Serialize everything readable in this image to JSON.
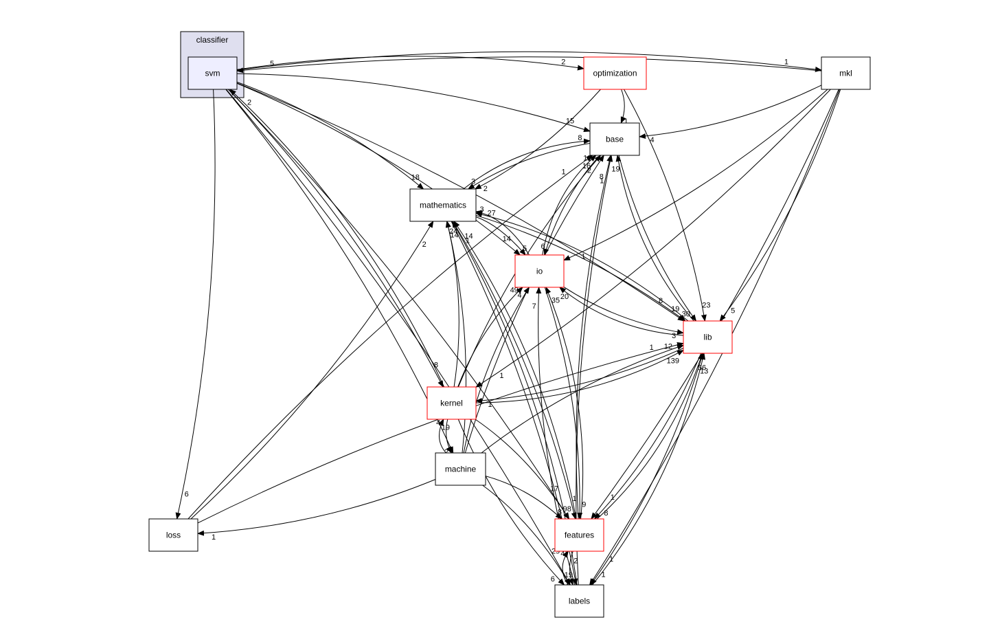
{
  "cluster": {
    "id": "classifier",
    "label": "classifier",
    "fill": "#dfdfef",
    "stroke": "#000000"
  },
  "colors": {
    "normal_border": "#000000",
    "incomplete_border": "#ff0000",
    "cluster_node_fill": "#eeeeff",
    "node_fill": "#ffffff",
    "edge": "#000000"
  },
  "nodes": [
    {
      "id": "svm",
      "label": "svm",
      "border": "normal",
      "in_cluster": true
    },
    {
      "id": "optimization",
      "label": "optimization",
      "border": "red"
    },
    {
      "id": "mkl",
      "label": "mkl",
      "border": "normal"
    },
    {
      "id": "base",
      "label": "base",
      "border": "normal"
    },
    {
      "id": "mathematics",
      "label": "mathematics",
      "border": "normal"
    },
    {
      "id": "io",
      "label": "io",
      "border": "red"
    },
    {
      "id": "lib",
      "label": "lib",
      "border": "red"
    },
    {
      "id": "kernel",
      "label": "kernel",
      "border": "red"
    },
    {
      "id": "machine",
      "label": "machine",
      "border": "normal"
    },
    {
      "id": "loss",
      "label": "loss",
      "border": "normal"
    },
    {
      "id": "features",
      "label": "features",
      "border": "red"
    },
    {
      "id": "labels",
      "label": "labels",
      "border": "normal"
    }
  ],
  "edges": [
    {
      "from": "mkl",
      "to": "svm",
      "label": "5"
    },
    {
      "from": "svm",
      "to": "mkl",
      "label": "1"
    },
    {
      "from": "svm",
      "to": "optimization",
      "label": "2"
    },
    {
      "from": "svm",
      "to": "base",
      "label": "15"
    },
    {
      "from": "svm",
      "to": "mathematics",
      "label": "18"
    },
    {
      "from": "svm",
      "to": "io",
      "label": "14"
    },
    {
      "from": "svm",
      "to": "lib",
      "label": "8"
    },
    {
      "from": "svm",
      "to": "kernel",
      "label": "8"
    },
    {
      "from": "svm",
      "to": "machine",
      "label": "19"
    },
    {
      "from": "svm",
      "to": "loss",
      "label": "6"
    },
    {
      "from": "svm",
      "to": "features",
      "label": "17"
    },
    {
      "from": "svm",
      "to": "labels",
      "label": "29"
    },
    {
      "from": "kernel",
      "to": "svm",
      "label": "2"
    },
    {
      "from": "optimization",
      "to": "base",
      "label": "1"
    },
    {
      "from": "optimization",
      "to": "mathematics",
      "label": "2"
    },
    {
      "from": "optimization",
      "to": "lib",
      "label": "23"
    },
    {
      "from": "mkl",
      "to": "base",
      "label": "4"
    },
    {
      "from": "mkl",
      "to": "io",
      "label": "1"
    },
    {
      "from": "mkl",
      "to": "lib",
      "label": "5"
    },
    {
      "from": "mkl",
      "to": "kernel",
      "label": "1"
    },
    {
      "from": "mkl",
      "to": "features",
      "label": "1"
    },
    {
      "from": "mkl",
      "to": "labels",
      "label": "1"
    },
    {
      "from": "base",
      "to": "mathematics",
      "label": "3"
    },
    {
      "from": "base",
      "to": "io",
      "label": "6"
    },
    {
      "from": "base",
      "to": "lib",
      "label": "30"
    },
    {
      "from": "mathematics",
      "to": "base",
      "label": "8"
    },
    {
      "from": "mathematics",
      "to": "io",
      "label": "5"
    },
    {
      "from": "mathematics",
      "to": "lib",
      "label": "19"
    },
    {
      "from": "mathematics",
      "to": "features",
      "label": "1"
    },
    {
      "from": "mathematics",
      "to": "labels",
      "label": "2"
    },
    {
      "from": "io",
      "to": "base",
      "label": "12"
    },
    {
      "from": "io",
      "to": "mathematics",
      "label": "3"
    },
    {
      "from": "io",
      "to": "lib",
      "label": "3"
    },
    {
      "from": "io",
      "to": "features",
      "label": "9"
    },
    {
      "from": "lib",
      "to": "base",
      "label": "19"
    },
    {
      "from": "lib",
      "to": "mathematics",
      "label": "27"
    },
    {
      "from": "lib",
      "to": "io",
      "label": "20"
    },
    {
      "from": "lib",
      "to": "kernel",
      "label": "1"
    },
    {
      "from": "lib",
      "to": "features",
      "label": "8"
    },
    {
      "from": "lib",
      "to": "labels",
      "label": "1"
    },
    {
      "from": "kernel",
      "to": "base",
      "label": "16"
    },
    {
      "from": "kernel",
      "to": "mathematics",
      "label": "24"
    },
    {
      "from": "kernel",
      "to": "io",
      "label": "49"
    },
    {
      "from": "kernel",
      "to": "lib",
      "label": "139"
    },
    {
      "from": "kernel",
      "to": "machine",
      "label": "2"
    },
    {
      "from": "kernel",
      "to": "features",
      "label": "98"
    },
    {
      "from": "kernel",
      "to": "labels",
      "label": "6"
    },
    {
      "from": "machine",
      "to": "base",
      "label": "2"
    },
    {
      "from": "machine",
      "to": "mathematics",
      "label": "14"
    },
    {
      "from": "machine",
      "to": "io",
      "label": "4"
    },
    {
      "from": "machine",
      "to": "lib",
      "label": "12"
    },
    {
      "from": "machine",
      "to": "kernel",
      "label": "4"
    },
    {
      "from": "machine",
      "to": "loss",
      "label": "1"
    },
    {
      "from": "machine",
      "to": "features",
      "label": "8"
    },
    {
      "from": "machine",
      "to": "labels",
      "label": "19"
    },
    {
      "from": "loss",
      "to": "base",
      "label": "1"
    },
    {
      "from": "loss",
      "to": "mathematics",
      "label": "2"
    },
    {
      "from": "loss",
      "to": "lib",
      "label": "1"
    },
    {
      "from": "features",
      "to": "base",
      "label": "8"
    },
    {
      "from": "features",
      "to": "mathematics",
      "label": "14"
    },
    {
      "from": "features",
      "to": "io",
      "label": "35"
    },
    {
      "from": "features",
      "to": "lib",
      "label": "56"
    },
    {
      "from": "features",
      "to": "labels",
      "label": "2"
    },
    {
      "from": "labels",
      "to": "base",
      "label": "1"
    },
    {
      "from": "labels",
      "to": "mathematics",
      "label": "1"
    },
    {
      "from": "labels",
      "to": "io",
      "label": "7"
    },
    {
      "from": "labels",
      "to": "lib",
      "label": "13"
    },
    {
      "from": "labels",
      "to": "features",
      "label": "4"
    }
  ]
}
